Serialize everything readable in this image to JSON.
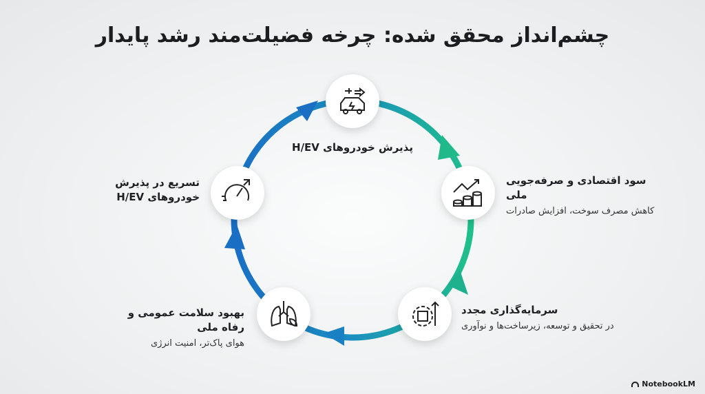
{
  "title": "چشم‌انداز محقق شده: چرخه فضیلت‌مند رشد پایدار",
  "nodes": [
    {
      "title": "پذیرش خودروهای H/EV",
      "icon": "electric-car-plug-icon"
    },
    {
      "title": "سود اقتصادی و صرفه‌جویی ملی",
      "subtitle": "کاهش مصرف سوخت، افزایش صادرات",
      "icon": "growth-coins-icon"
    },
    {
      "title": "سرمایه‌گذاری مجدد",
      "subtitle": "در تحقیق و توسعه، زیرساخت‌ها و نوآوری",
      "icon": "gear-chip-icon"
    },
    {
      "title": "بهبود سلامت عمومی و رفاه ملی",
      "subtitle": "هوای پاک‌تر، امنیت انرژی",
      "icon": "lungs-leaf-icon"
    },
    {
      "title": "تسریع در پذیرش خودروهای H/EV",
      "icon": "speedometer-icon"
    }
  ],
  "brand": "NotebookLM",
  "colors": {
    "green": "#1fb98a",
    "blue": "#1a6fc4"
  }
}
